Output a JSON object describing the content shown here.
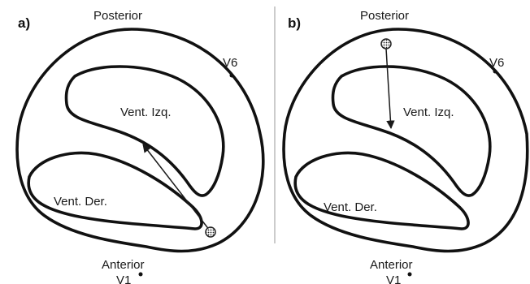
{
  "colors": {
    "outline": "#111111",
    "text": "#1a1a1a",
    "background": "#ffffff"
  },
  "panels": [
    {
      "letter": "a)",
      "posterior_label": "Posterior",
      "anterior_label": "Anterior",
      "v6_label": "V6",
      "v1_label": "V1",
      "left_ventricle_label": "Vent. Izq.",
      "right_ventricle_label": "Vent. Der."
    },
    {
      "letter": "b)",
      "posterior_label": "Posterior",
      "anterior_label": "Anterior",
      "v6_label": "V6",
      "v1_label": "V1",
      "left_ventricle_label": "Vent. Izq.",
      "right_ventricle_label": "Vent. Der."
    }
  ]
}
